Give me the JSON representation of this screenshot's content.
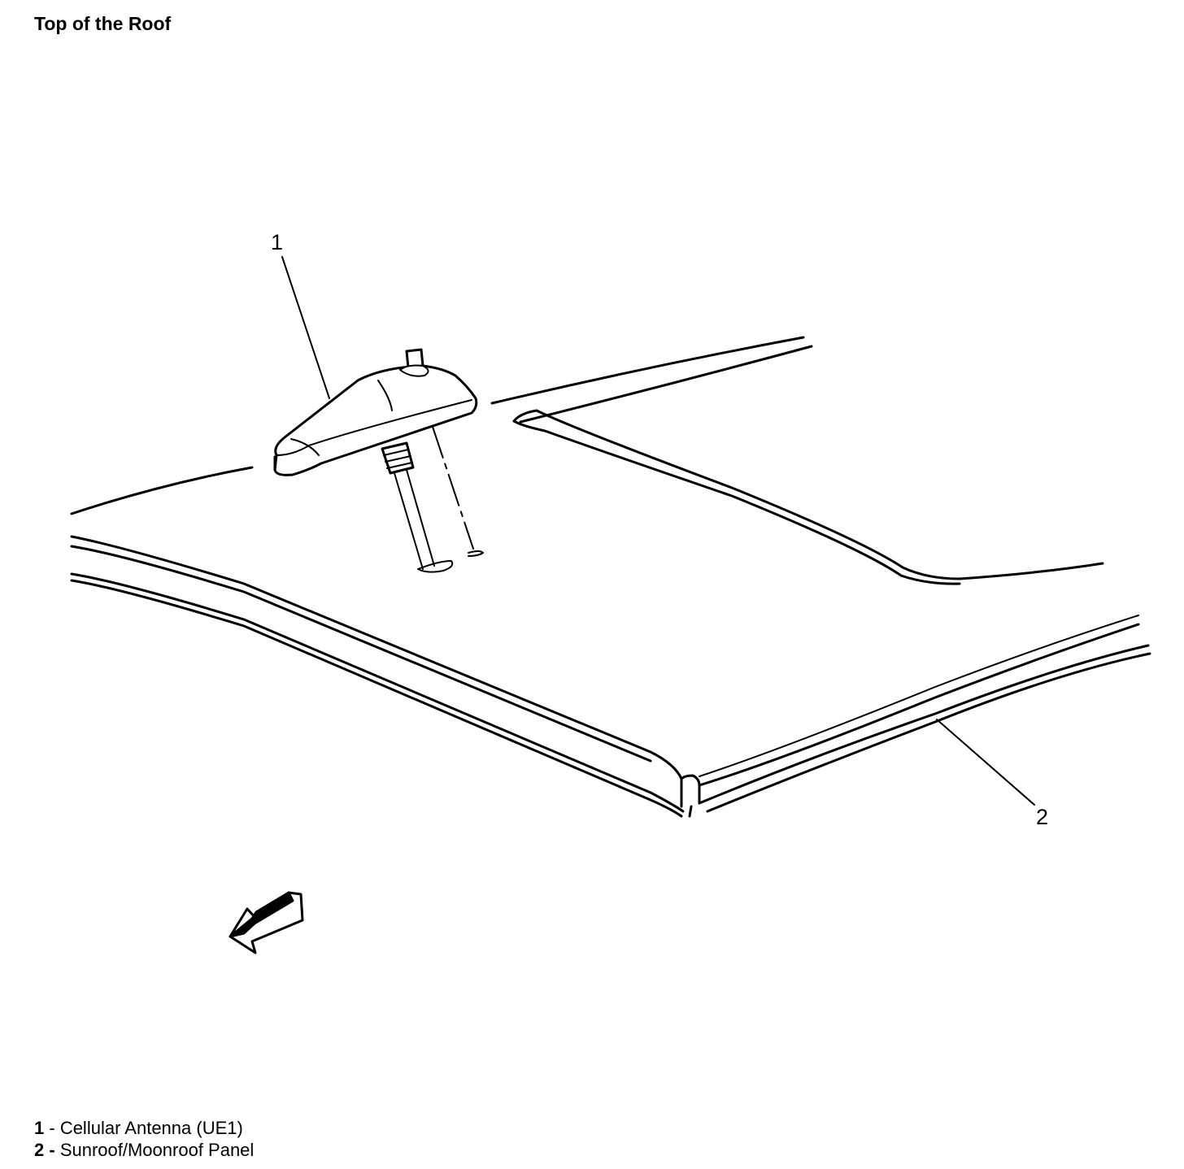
{
  "title": "Top of the Roof",
  "callouts": [
    {
      "number": "1"
    },
    {
      "number": "2"
    }
  ],
  "legend": [
    {
      "number": "1",
      "separator": " - ",
      "label": "Cellular Antenna (UE1)"
    },
    {
      "number": "2 -",
      "separator": " ",
      "label": "Sunroof/Moonroof Panel"
    }
  ],
  "icons": {
    "direction_arrow": "front-direction-arrow-icon"
  }
}
